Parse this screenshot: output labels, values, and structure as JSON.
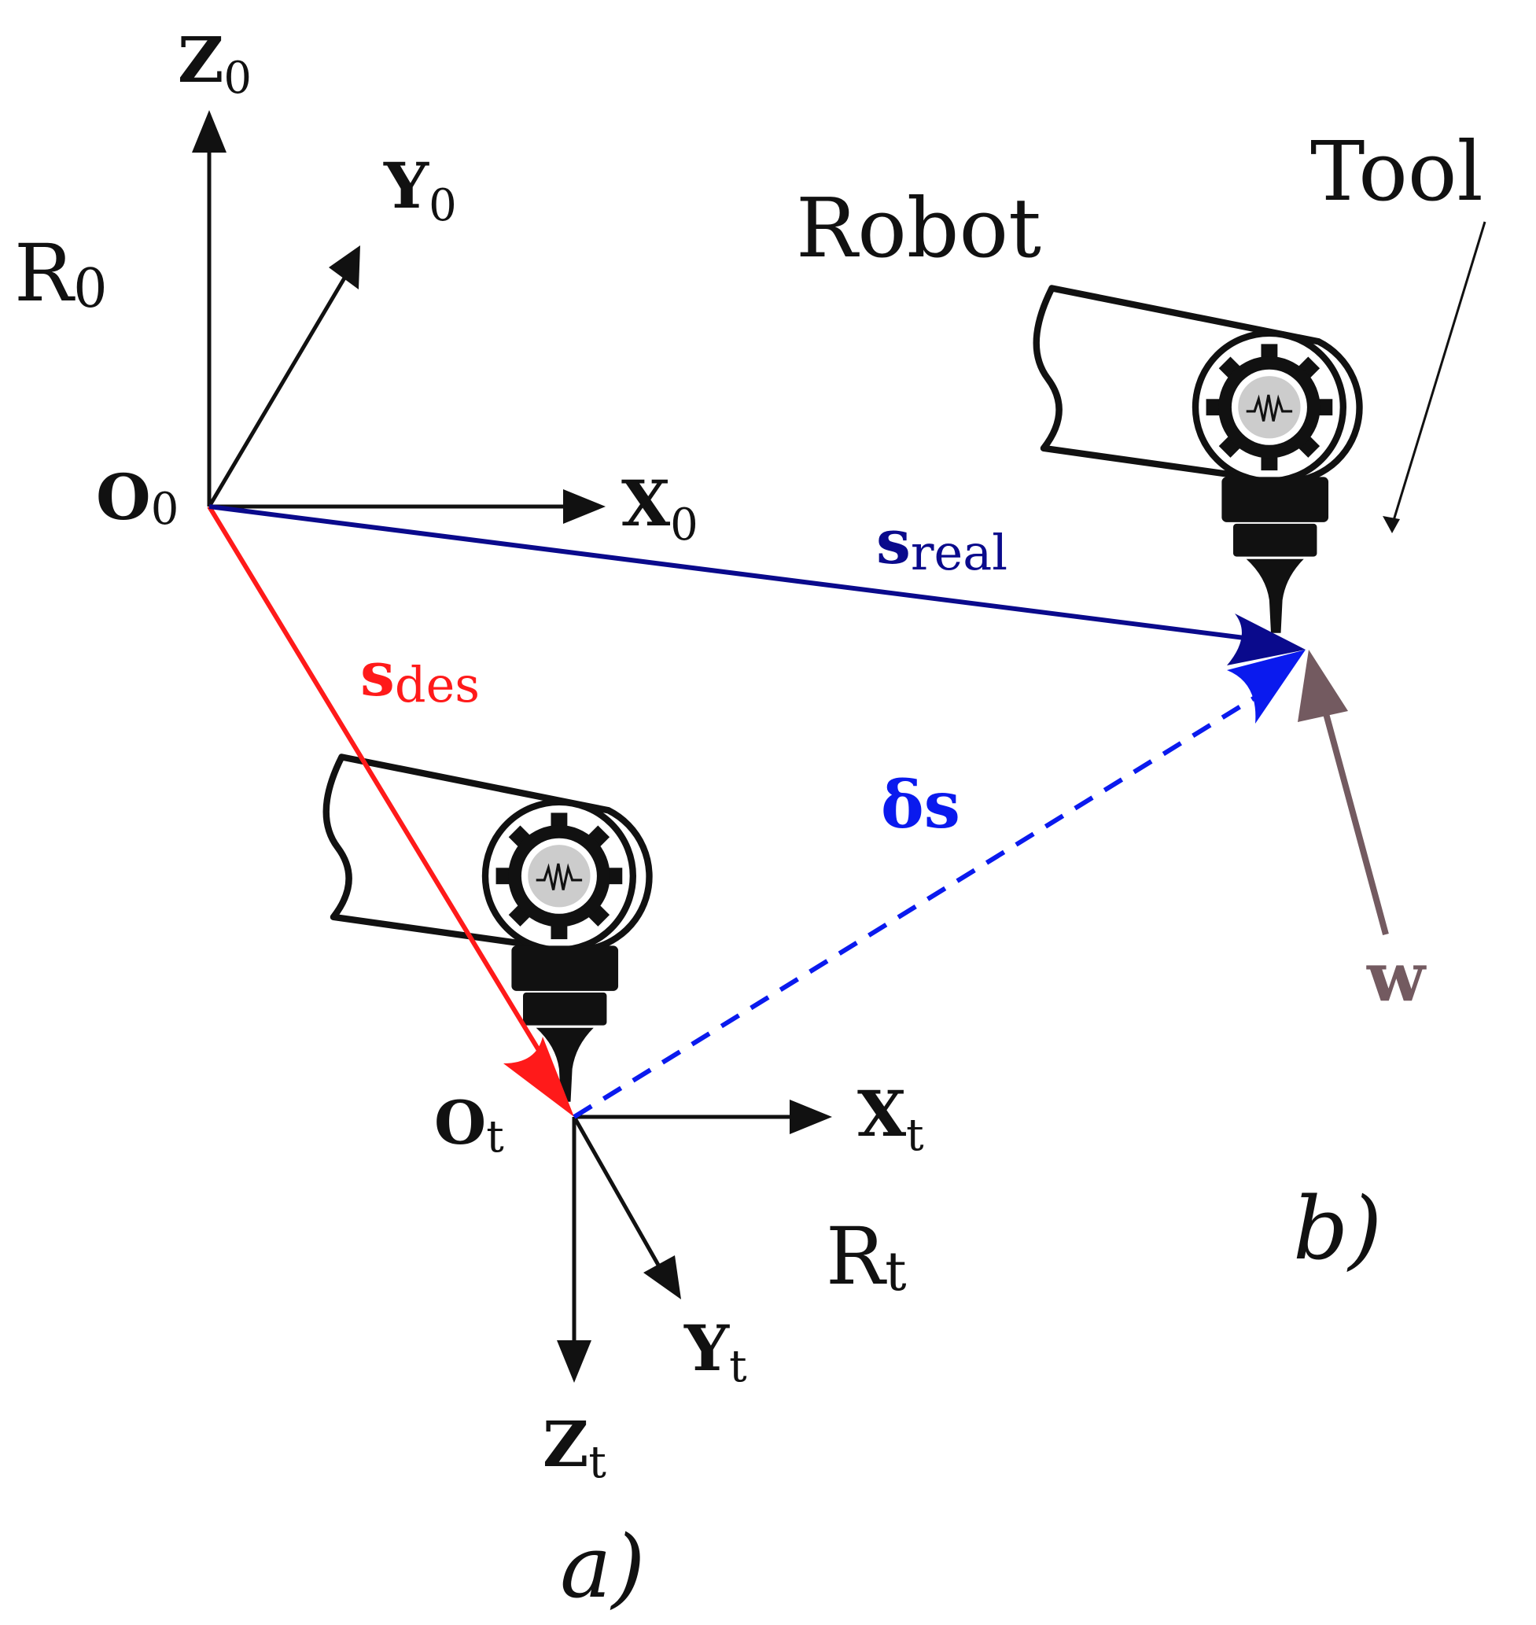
{
  "colors": {
    "axis": "#111111",
    "s_des": "#ff1a1a",
    "s_real": "#0a0a8c",
    "delta_s": "#0a1aee",
    "w": "#735a60",
    "gear_face": "#cccccc"
  },
  "frames": {
    "base": {
      "name_main": "R",
      "name_sub": "0",
      "origin_main": "O",
      "origin_sub": "0",
      "x_main": "X",
      "x_sub": "0",
      "y_main": "Y",
      "y_sub": "0",
      "z_main": "Z",
      "z_sub": "0"
    },
    "tool": {
      "name_main": "R",
      "name_sub": "t",
      "origin_main": "O",
      "origin_sub": "t",
      "x_main": "X",
      "x_sub": "t",
      "y_main": "Y",
      "y_sub": "t",
      "z_main": "Z",
      "z_sub": "t"
    }
  },
  "vectors": {
    "s_des": {
      "main": "s",
      "sub": "des"
    },
    "s_real": {
      "main": "s",
      "sub": "real"
    },
    "delta_s": {
      "main": "δs"
    },
    "w": {
      "main": "w"
    }
  },
  "labels": {
    "robot": "Robot",
    "tool": "Tool",
    "panel_a": "a)",
    "panel_b": "b)"
  },
  "icons": {
    "robot_a": "robot-arm-joint-icon",
    "robot_b": "robot-arm-joint-icon"
  }
}
